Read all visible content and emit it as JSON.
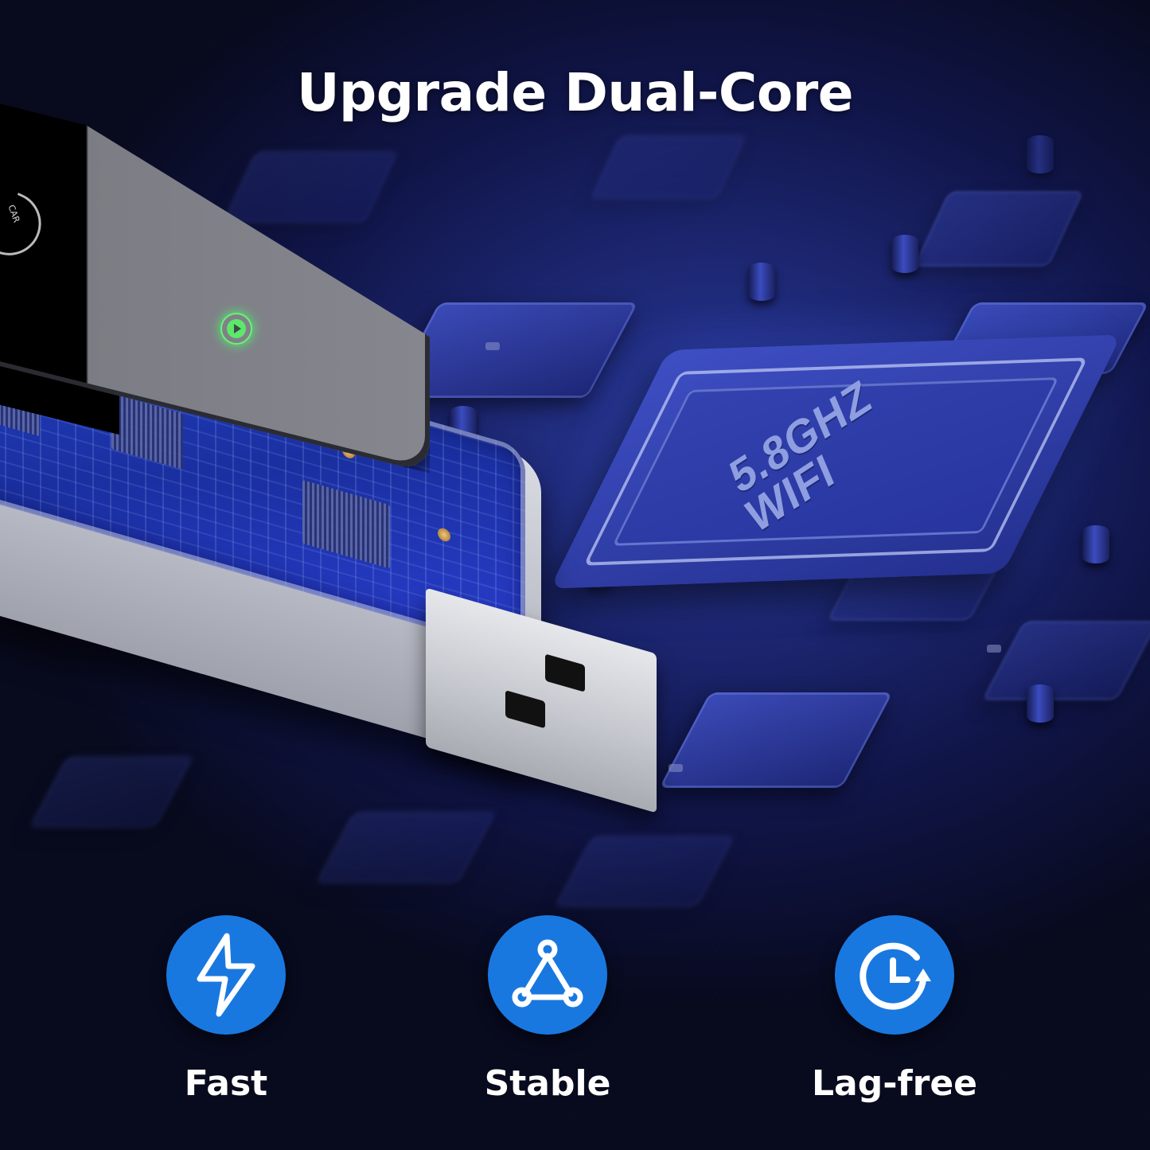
{
  "headline": "Upgrade Dual-Core",
  "chip_label": {
    "line1": "5.8GHZ",
    "line2": "WIFI"
  },
  "product": {
    "lid_logo_text": "CAR",
    "led_icon": "play-icon",
    "led_color": "#5ce86a"
  },
  "features": [
    {
      "label": "Fast",
      "icon": "lightning-bolt-icon"
    },
    {
      "label": "Stable",
      "icon": "triangle-network-icon"
    },
    {
      "label": "Lag-free",
      "icon": "clock-refresh-icon"
    }
  ],
  "colors": {
    "background_dark": "#0a0d24",
    "board_blue": "#2a3a9a",
    "accent_blue": "#1978e0",
    "text": "#ffffff"
  }
}
